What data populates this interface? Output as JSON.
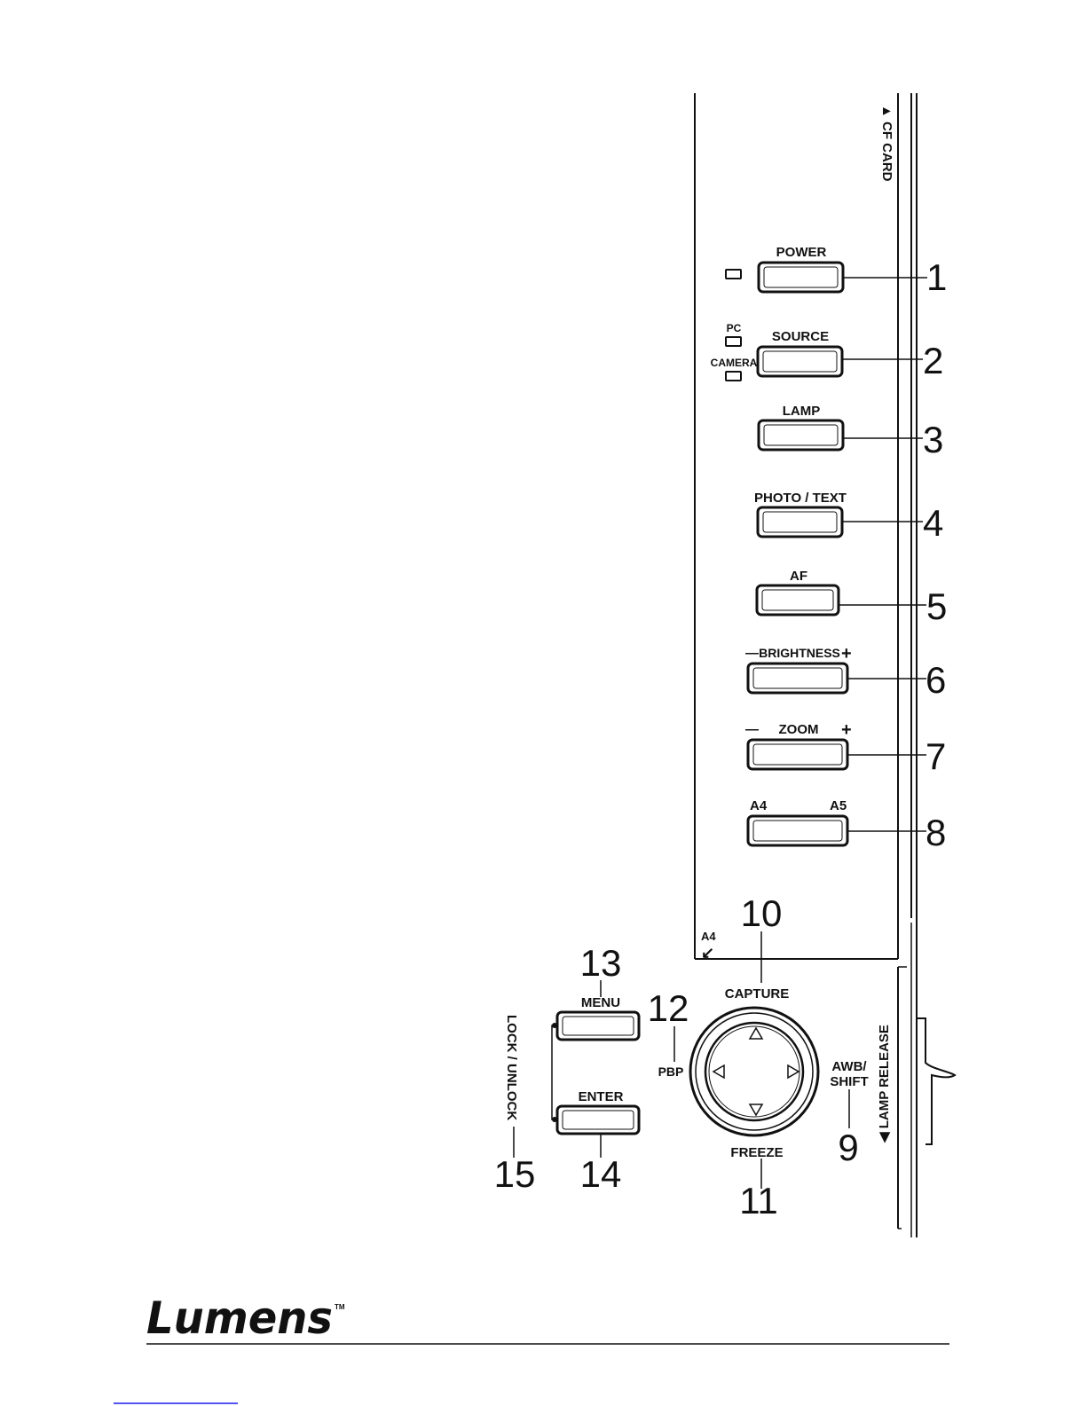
{
  "panel": {
    "cf_card": "▲ CF CARD",
    "lamp_release": "◀ LAMP RELEASE",
    "a4_corner": "A4",
    "a4_arrow": "↙"
  },
  "buttons": [
    {
      "label": "POWER",
      "number": "1"
    },
    {
      "label": "SOURCE",
      "number": "2",
      "indicator_top": "PC",
      "indicator_bottom": "CAMERA"
    },
    {
      "label": "LAMP",
      "number": "3"
    },
    {
      "label": "PHOTO / TEXT",
      "number": "4"
    },
    {
      "label": "AF",
      "number": "5"
    },
    {
      "label": "BRIGHTNESS",
      "number": "6",
      "minus": "—",
      "plus": "+"
    },
    {
      "label": "ZOOM",
      "number": "7",
      "minus": "—",
      "plus": "+"
    },
    {
      "label_left": "A4",
      "label_right": "A5",
      "number": "8"
    }
  ],
  "dpad": {
    "top": "CAPTURE",
    "bottom": "FREEZE",
    "left": "PBP",
    "right_line1": "AWB/",
    "right_line2": "SHIFT",
    "num_top": "10",
    "num_bottom": "11",
    "num_left": "12",
    "num_right": "9"
  },
  "menu_button": {
    "label": "MENU",
    "number": "13"
  },
  "enter_button": {
    "label": "ENTER",
    "number": "14"
  },
  "lock": {
    "label": "LOCK / UNLOCK",
    "number": "15"
  },
  "footer": {
    "logo": "Lumens",
    "trademark": "TM"
  }
}
